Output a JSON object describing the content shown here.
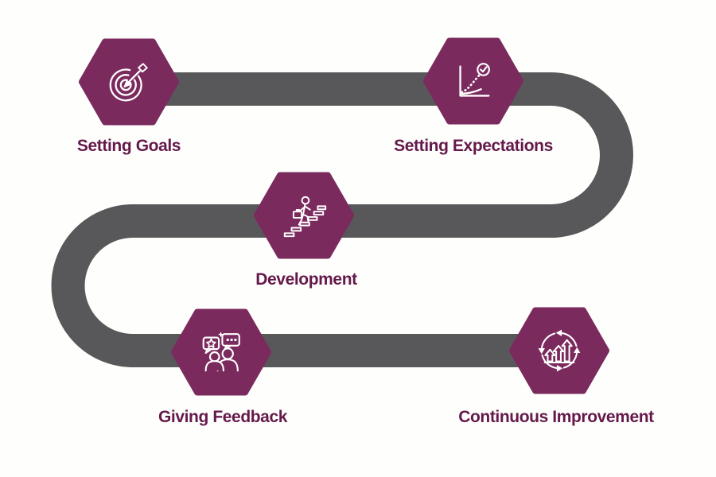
{
  "diagram": {
    "type": "process-roadmap",
    "background_color": "#FEFEFC",
    "path_color": "#58585A",
    "hexagon_color": "#7B2A5E",
    "label_color": "#65194B",
    "icon_color": "#FFFFFF",
    "steps": [
      {
        "label": "Setting Goals",
        "icon": "target-dart-icon"
      },
      {
        "label": "Setting Expectations",
        "icon": "growth-chart-check-icon"
      },
      {
        "label": "Development",
        "icon": "career-stairs-icon"
      },
      {
        "label": "Giving Feedback",
        "icon": "feedback-conversation-icon"
      },
      {
        "label": "Continuous Improvement",
        "icon": "cycle-growth-arrows-icon"
      }
    ]
  }
}
